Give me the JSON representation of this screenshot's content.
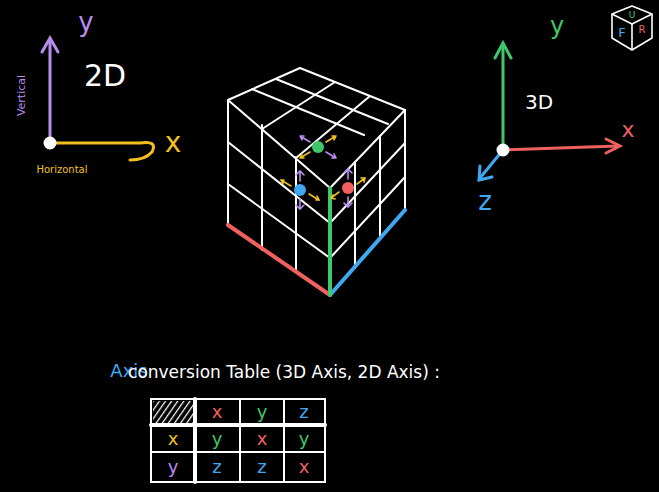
{
  "diagram": {
    "labels": [
      "y",
      "Vertical",
      "2D",
      "x",
      "Horizontal",
      "y",
      "3D",
      "x",
      "z",
      "U",
      "F",
      "R",
      "Axis",
      "conversion Table (3D Axis, 2D Axis) :",
      "x",
      "y",
      "z",
      "x",
      "y",
      "x",
      "y",
      "y",
      "z",
      "z",
      "x"
    ]
  }
}
